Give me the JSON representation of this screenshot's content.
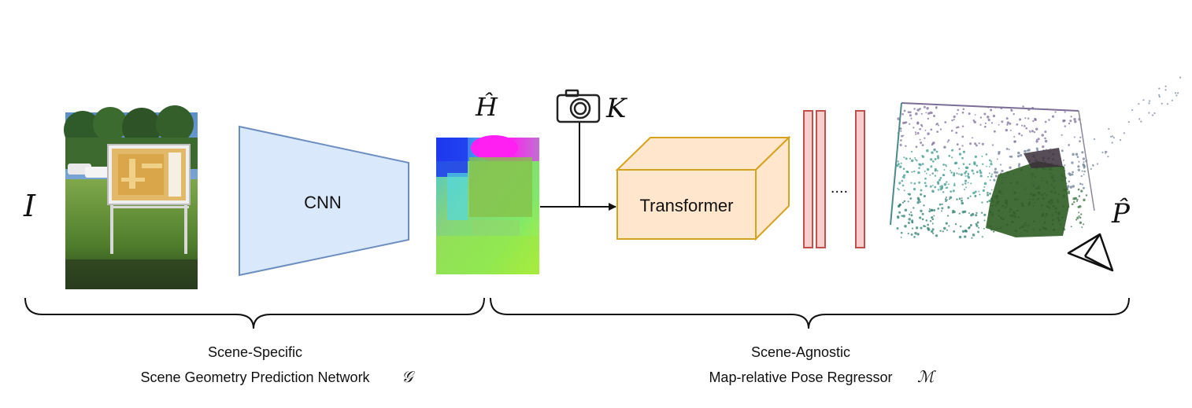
{
  "symbols": {
    "input_image": "I",
    "geometry": "Ĥ",
    "intrinsics": "K",
    "pose": "P̂"
  },
  "blocks": {
    "cnn_label": "CNN",
    "transformer_label": "Transformer",
    "ellipsis": "...."
  },
  "groups": {
    "left_line1": "Scene-Specific",
    "left_line2": "Scene Geometry Prediction Network",
    "left_symbol": "𝒢",
    "right_line1": "Scene-Agnostic",
    "right_line2": "Map-relative Pose Regressor",
    "right_symbol": "ℳ"
  },
  "colors": {
    "cnn_fill": "#dae8fc",
    "cnn_stroke": "#6c8ebf",
    "transformer_fill": "#ffe6cc",
    "transformer_stroke": "#d6a31c",
    "mlp_fill": "#f8cecc",
    "mlp_stroke": "#c0504d"
  },
  "icons": {
    "camera": "camera-icon",
    "pose_frustum": "camera-frustum-icon"
  }
}
